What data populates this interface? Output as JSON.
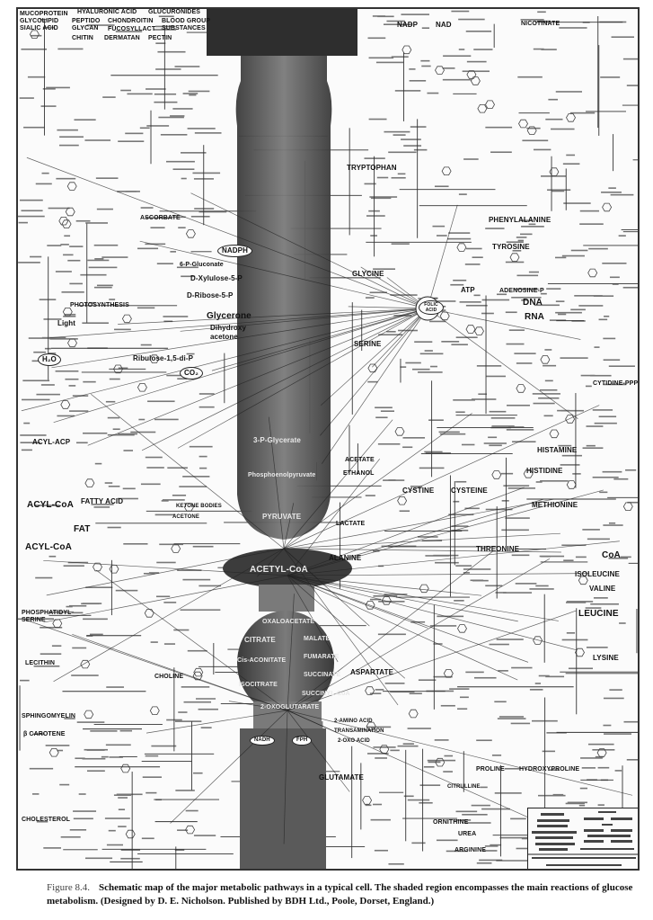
{
  "figure": {
    "number": "Figure 8.4.",
    "caption": "Schematic map of the major metabolic pathways in a typical cell. The shaded region encompasses the main reactions of glucose metabolism. (Designed by D. E. Nicholson. Published by BDH Ltd., Poole, Dorset, England.)"
  },
  "colors": {
    "shade_dark": "#2a2a2a",
    "shade_mid": "#6a6a6a",
    "ink": "#111111",
    "paper": "#fbfbfb"
  },
  "labels": {
    "mucoprotein": "MUCOPROTEIN",
    "glycolipid": "GLYCOLIPID",
    "sialic_acid": "SIALIC ACID",
    "peptidoglycan": "PEPTIDO GLYCAN",
    "hyaluronic_acid": "HYALURONIC ACID",
    "chitin": "CHITIN",
    "dermatan": "DERMATAN",
    "chondroitin": "CHONDROITIN",
    "pectin": "PECTIN",
    "glucuronides": "GLUCURONIDES",
    "blood_group": "BLOOD GROUP SUBSTANCES",
    "fucosyllactose": "FUCOSYLLACT",
    "nadp": "NADP",
    "nad": "NAD",
    "nicotinate": "NICOTINATE",
    "tryptophan": "TRYPTOPHAN",
    "phenylalanine": "PHENYLALANINE",
    "tyrosine": "TYROSINE",
    "ascorbate": "ASCORBATE",
    "nadph": "NADPH",
    "gluconate": "6-P-Gluconate",
    "xylulose": "D-Xylulose-5-P",
    "ribose": "D-Ribose-5-P",
    "photosynthesis": "PHOTOSYNTHESIS",
    "light": "Light",
    "glycerone": "Glycerone",
    "dihydroxyacetone": "Dihydroxy acetone",
    "ribulose": "Ribulose-1,5-di-P",
    "h2o": "H₂O",
    "co2": "CO₂",
    "glycine": "GLYCINE",
    "atp": "ATP",
    "adenosine": "ADENOSINE-P",
    "dna": "DNA",
    "rna": "RNA",
    "serine": "SERINE",
    "folic_acid": "FOLIC ACID",
    "acyl_acp": "ACYL-ACP",
    "acyl_coa_1": "ACYL-CoA",
    "fatty_acid": "FATTY ACID",
    "fat": "FAT",
    "acyl_coa_2": "ACYL-CoA",
    "ketone_bodies": "KETONE BODIES",
    "acetone": "ACETONE",
    "glycerate": "3-P-Glycerate",
    "pep": "Phosphoenolpyruvate",
    "pyruvate": "PYRUVATE",
    "acetate": "ACETATE",
    "ethanol": "ETHANOL",
    "lactate": "LACTATE",
    "alanine": "ALANINE",
    "histamine": "HISTAMINE",
    "histidine": "HISTIDINE",
    "cystine": "CYSTINE",
    "cysteine": "CYSTEINE",
    "methionine": "METHIONINE",
    "threonine": "THREONINE",
    "coa": "CoA",
    "isoleucine": "ISOLEUCINE",
    "valine": "VALINE",
    "leucine": "LEUCINE",
    "lysine": "LYSINE",
    "cytidine": "CYTIDINE-PPP",
    "acetyl_coa": "ACETYL-CoA",
    "oxaloacetate": "OXALOACETATE",
    "citrate": "CITRATE",
    "cis_aconitate": "Cis-ACONITATE",
    "isocitrate": "ISOCITRATE",
    "malate": "MALATE",
    "fumarate": "FUMARATE",
    "succinate": "SUCCINATE",
    "succinyl_coa": "SUCCINYL-CoA",
    "oxoglutarate": "2-OXOGLUTARATE",
    "amino_acid": "2-AMINO ACID",
    "transamination": "TRANSAMINATION",
    "oxo_acid": "2-OXO ACID",
    "aspartate": "ASPARTATE",
    "glutamate": "GLUTAMATE",
    "proline": "PROLINE",
    "hydroxyproline": "HYDROXYPROLINE",
    "citrulline": "CITRULLINE",
    "ornithine": "ORNITHINE",
    "urea": "UREA",
    "arginine": "ARGININE",
    "phosphatidyl_serine": "PHOSPHATIDYL SERINE",
    "lecithin": "LECITHIN",
    "choline": "CHOLINE",
    "sphingomyelin": "SPHINGOMYELIN",
    "carotene": "β CAROTENE",
    "cholesterol": "CHOLESTEROL",
    "nadh": "NADH",
    "fpn": "FPH"
  }
}
